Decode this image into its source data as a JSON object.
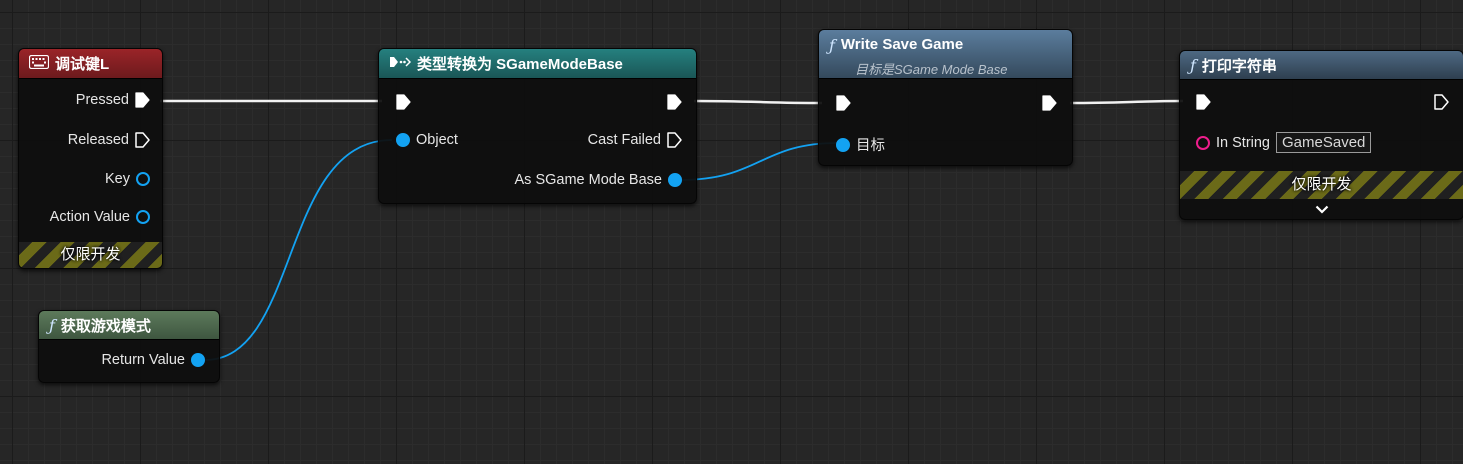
{
  "colors": {
    "exec_wire": "#f2f2f2",
    "data_wire": "#13a2f2",
    "string_pin": "#ee1d8c",
    "event_header": "#8b1f22",
    "cast_header": "#1f6b6b",
    "function_header": "#4f6a84",
    "pure_function_header": "#4d6b4d"
  },
  "nodes": {
    "debug_key": {
      "icon": "keyboard-icon",
      "title": "调试键L",
      "pins": {
        "pressed": "Pressed",
        "released": "Released",
        "key": "Key",
        "action_value": "Action Value"
      },
      "dev_only": "仅限开发"
    },
    "get_game_mode": {
      "icon": "function-icon",
      "title": "获取游戏模式",
      "pins": {
        "return_value": "Return Value"
      }
    },
    "cast": {
      "icon": "cast-icon",
      "title": "类型转换为 SGameModeBase",
      "pins": {
        "object": "Object",
        "cast_failed": "Cast Failed",
        "as_sgame_mode_base": "As SGame Mode Base"
      }
    },
    "write_save_game": {
      "icon": "function-icon",
      "title": "Write Save Game",
      "subtitle": "目标是SGame Mode Base",
      "pins": {
        "target": "目标"
      }
    },
    "print_string": {
      "icon": "function-icon",
      "title": "打印字符串",
      "pins": {
        "in_string": "In String"
      },
      "in_string_value": "GameSaved",
      "dev_only": "仅限开发",
      "expand_icon": "chevron-down-icon"
    }
  }
}
